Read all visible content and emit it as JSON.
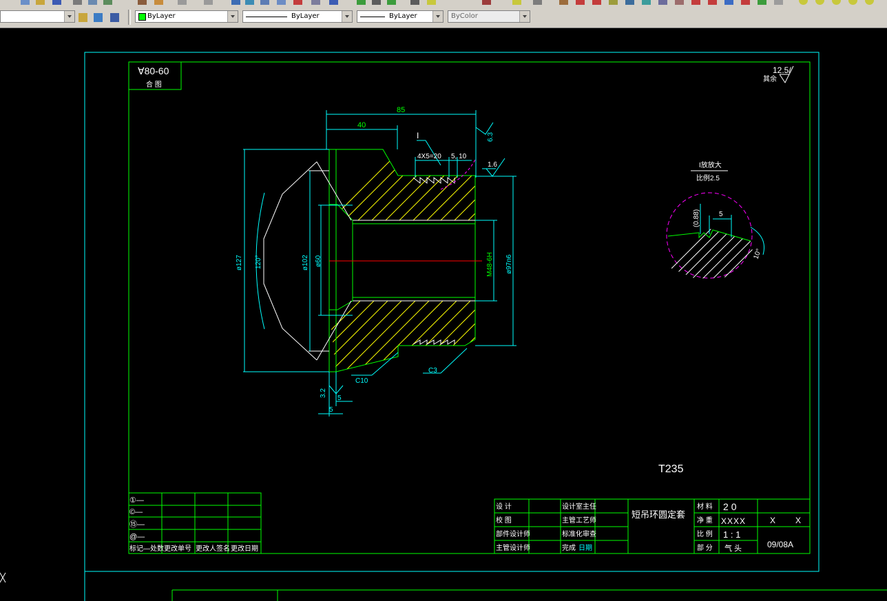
{
  "toolbar": {
    "layer_combo": "",
    "color_combo": "ByLayer",
    "linetype_combo": "ByLayer",
    "lineweight_combo": "ByLayer",
    "plotstyle_combo": "ByColor"
  },
  "drawing": {
    "corner_code": "∀80-60",
    "corner_sub": "合 图",
    "roughness_general": "12.5/",
    "roughness_general_label": "其余",
    "dim_85": "85",
    "dim_40": "40",
    "label_I": "I",
    "dim_4x5": "4X5=20",
    "dim_5_10": "5, 10",
    "roughness_63": "6.3",
    "roughness_16": "1.6",
    "dim_phi127": "ø127",
    "dim_120": "120°",
    "dim_phi102": "ø102",
    "dim_phi60": "ø60",
    "dim_m48": "M48-6H",
    "dim_phi97": "ø97n6",
    "dim_c10": "C10",
    "dim_c3": "C3",
    "roughness_32": "3.2",
    "dim_5a": "5",
    "dim_5b": "5",
    "detail_title": "I放放大",
    "detail_scale": "比例2.5",
    "detail_088": "(0.88)",
    "detail_5": "5",
    "detail_10": "10°",
    "material_note": "T235"
  },
  "revision_table": {
    "marks": [
      "①—",
      "©—",
      "⑮—",
      "@—"
    ],
    "footer": [
      "标记—处数",
      "更改单号",
      "更改人签名",
      "更改日期"
    ]
  },
  "title_block": {
    "design": "设 计",
    "check": "校 图",
    "part_designer": "部件设计师",
    "chief_designer": "主管设计师",
    "office_director": "设计室主任",
    "chief_process": "主管工艺师",
    "standard_review": "标准化审查",
    "finish_date_1": "完成",
    "finish_date_2": "日期",
    "drawing_name": "短吊环圆定套",
    "material_label": "材 料",
    "material_value": "20",
    "weight_label": "净 重",
    "weight_value": "XXXX",
    "scale_label": "比 例",
    "scale_value": "1 : 1",
    "part_label": "部 分",
    "part_value": "气 头",
    "code_x1": "X",
    "code_x2": "X",
    "drawing_no": "09/08A"
  },
  "colors": {
    "border": "#00ffff",
    "inner": "#00ff00",
    "hatch": "#ffff00",
    "center": "#ff0000",
    "phantom": "#ff00ff",
    "white": "#ffffff"
  }
}
